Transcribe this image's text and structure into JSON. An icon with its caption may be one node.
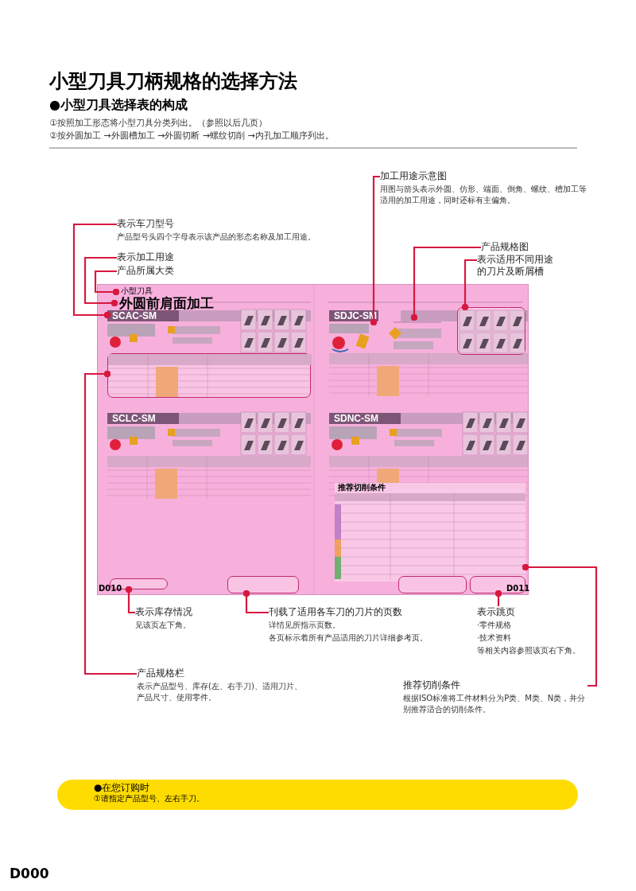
{
  "diagram": {
    "title": "小型刀具刀柄规格的选择方法",
    "nodes": [
      {
        "text": [
          "加工用途示意图",
          "用图与箭头表示外圆、仿形、端面、倒角、螺纹、槽加工等适用的加工用途，同时还标有主偏角。"
        ]
      },
      {
        "text": [
          "表示车刀型号",
          "产品型号头四个字母表示该产品的形态名称及加工用途。"
        ]
      },
      {
        "text": [
          "产品规格图"
        ]
      },
      {
        "text": [
          "表示适用不同用途的刀片及断屑槽"
        ]
      },
      {
        "text": [
          "表示加工用途"
        ]
      },
      {
        "text": [
          "产品所属大类"
        ]
      },
      {
        "text": [],
        "shape": "picture"
      },
      {
        "text": [
          "小型刀具"
        ],
        "in": 6
      },
      {
        "text": [
          "外圆前肩面加工"
        ],
        "in": 6
      },
      {
        "text": [
          "SCAC-SM"
        ],
        "in": 6
      },
      {
        "text": [
          "SDJC-SM"
        ],
        "in": 6
      },
      {
        "text": [],
        "shape": "picture",
        "in": 6
      },
      {
        "text": [],
        "shape": "picture",
        "in": 6
      },
      {
        "text": [],
        "shape": "box",
        "in": 6
      },
      {
        "text": [],
        "shape": "box",
        "in": 6
      },
      {
        "text": [
          "SCLC-SM"
        ],
        "in": 6
      },
      {
        "text": [
          "SDNC-SM"
        ],
        "in": 6
      },
      {
        "text": [
          "推荐切削条件"
        ],
        "in": 6
      },
      {
        "text": [],
        "shape": "box",
        "in": 6
      },
      {
        "text": [],
        "shape": "box",
        "in": 6
      },
      {
        "text": [],
        "shape": "box",
        "in": 6
      },
      {
        "text": [],
        "shape": "box",
        "in": 6
      },
      {
        "text": [
          "表示库存情况",
          "见该页左下角。"
        ]
      },
      {
        "text": [
          "刊载了适用各车刀的刀片的页数",
          "详情见所指示页数。",
          "各页标示着所有产品适用的刀片详细参考页。"
        ]
      },
      {
        "text": [
          "表示跳页",
          "·零件规格",
          "·技术资料",
          "等相关内容参照该页右下角。"
        ]
      },
      {
        "text": [
          "产品规格栏",
          "表示产品型号、库存(左、右手刀)、适用刀片、产品尺寸、使用零件。"
        ]
      },
      {
        "text": [
          "推荐切削条件",
          "根据ISO标准将工件材料分为P类、M类、N类，并分别推荐适合的切削条件。"
        ]
      },
      {
        "text": [
          "●在您订购时",
          "①请指定产品型号、左右手刀。"
        ]
      }
    ],
    "edges": [
      {
        "from": 1,
        "to": 9,
        "arrow": "other"
      },
      {
        "from": 4,
        "to": 8,
        "arrow": "other"
      },
      {
        "from": 5,
        "to": 7,
        "arrow": "other"
      },
      {
        "from": 0,
        "to": 11,
        "arrow": "other"
      },
      {
        "from": 2,
        "to": 12,
        "arrow": "other"
      },
      {
        "from": 3,
        "to": 13,
        "arrow": "other"
      },
      {
        "from": 22,
        "to": 18,
        "arrow": "other"
      },
      {
        "from": 23,
        "to": 19,
        "arrow": "other"
      },
      {
        "from": 24,
        "to": 21,
        "arrow": "other"
      },
      {
        "from": 25,
        "to": 14,
        "arrow": "other"
      },
      {
        "from": 26,
        "to": 17,
        "arrow": "other"
      }
    ],
    "labels": [
      "●小型刀具选择表的构成",
      "①按照加工形态将小型刀具分类列出。（参照以后几页）",
      "②按外圆加工 →外圆槽加工 →外圆切断 →螺纹切削 →内孔加工顺序列出。",
      "D010",
      "D011",
      "D000"
    ]
  }
}
